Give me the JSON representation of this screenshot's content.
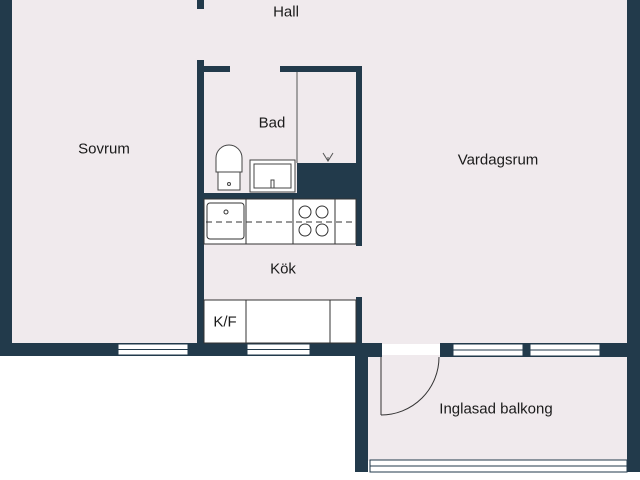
{
  "rooms": {
    "hall": "Hall",
    "sovrum": "Sovrum",
    "bad": "Bad",
    "vardagsrum": "Vardagsrum",
    "kok": "Kök",
    "kf": "K/F",
    "balkong": "Inglasad balkong"
  },
  "colors": {
    "wall": "#223a4b",
    "floor": "#f0eaed",
    "fixture": "#ffffff"
  }
}
